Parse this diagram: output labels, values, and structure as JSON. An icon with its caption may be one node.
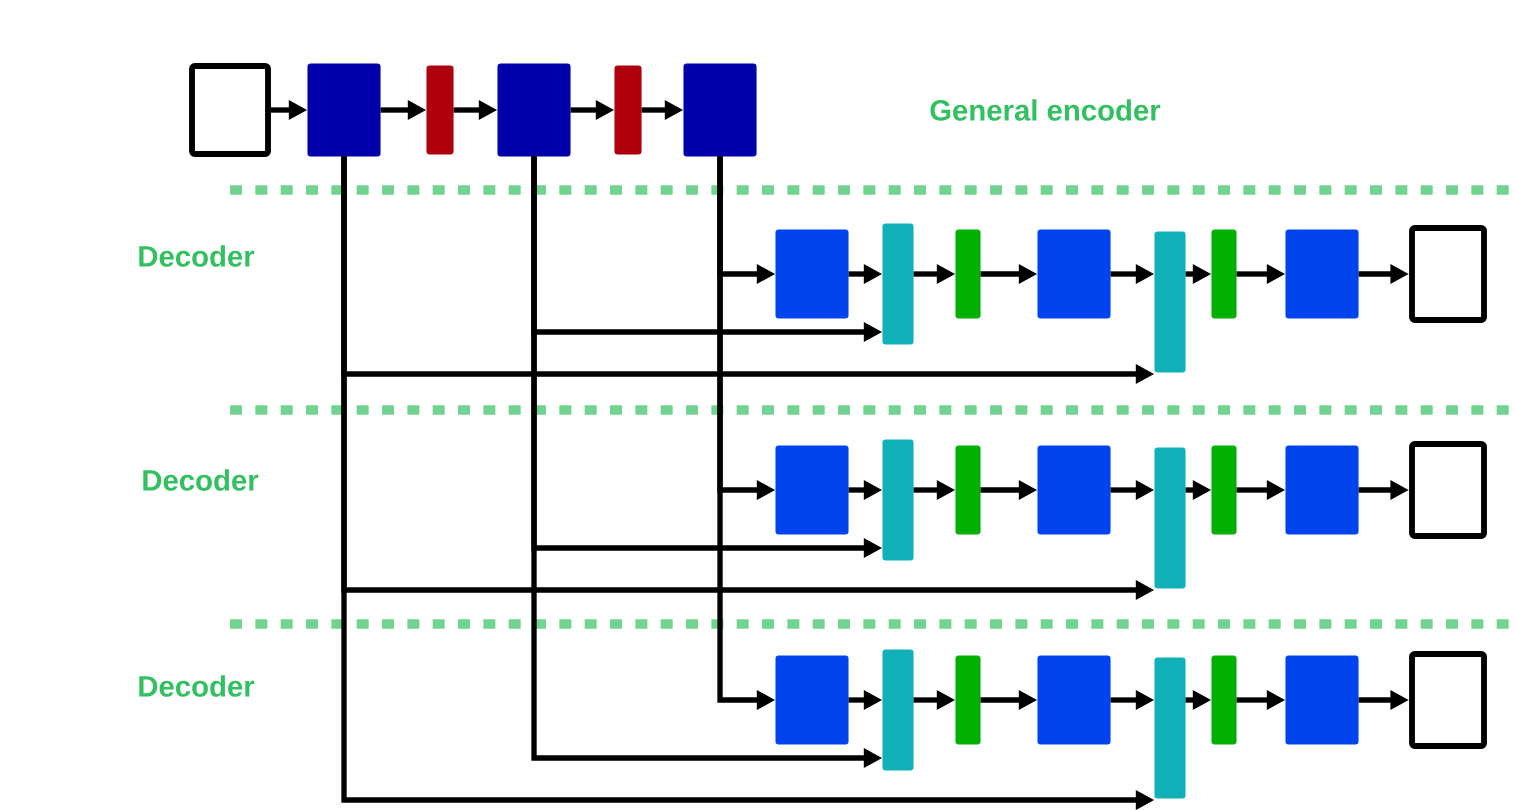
{
  "diagram": {
    "nodes": [
      {
        "text": [],
        "shape": "box"
      },
      {
        "text": [],
        "shape": "box"
      },
      {
        "text": [],
        "shape": "bar"
      },
      {
        "text": [],
        "shape": "box"
      },
      {
        "text": [],
        "shape": "bar"
      },
      {
        "text": [],
        "shape": "box"
      },
      {
        "text": [],
        "shape": "box"
      },
      {
        "text": [],
        "shape": "bar"
      },
      {
        "text": [],
        "shape": "bar"
      },
      {
        "text": [],
        "shape": "box"
      },
      {
        "text": [],
        "shape": "bar"
      },
      {
        "text": [],
        "shape": "bar"
      },
      {
        "text": [],
        "shape": "box"
      },
      {
        "text": [],
        "shape": "box"
      },
      {
        "text": [],
        "shape": "box"
      },
      {
        "text": [],
        "shape": "bar"
      },
      {
        "text": [],
        "shape": "bar"
      },
      {
        "text": [],
        "shape": "box"
      },
      {
        "text": [],
        "shape": "bar"
      },
      {
        "text": [],
        "shape": "bar"
      },
      {
        "text": [],
        "shape": "box"
      },
      {
        "text": [],
        "shape": "box"
      },
      {
        "text": [],
        "shape": "box"
      },
      {
        "text": [],
        "shape": "bar"
      },
      {
        "text": [],
        "shape": "bar"
      },
      {
        "text": [],
        "shape": "box"
      },
      {
        "text": [],
        "shape": "bar"
      },
      {
        "text": [],
        "shape": "bar"
      },
      {
        "text": [],
        "shape": "box"
      },
      {
        "text": [],
        "shape": "box"
      }
    ],
    "edges": [
      {
        "from": 0,
        "to": 1,
        "arrow": "to"
      },
      {
        "from": 1,
        "to": 2,
        "arrow": "to"
      },
      {
        "from": 2,
        "to": 3,
        "arrow": "to"
      },
      {
        "from": 3,
        "to": 4,
        "arrow": "to"
      },
      {
        "from": 4,
        "to": 5,
        "arrow": "to"
      },
      {
        "from": 6,
        "to": 7,
        "arrow": "to"
      },
      {
        "from": 7,
        "to": 8,
        "arrow": "to"
      },
      {
        "from": 8,
        "to": 9,
        "arrow": "to"
      },
      {
        "from": 9,
        "to": 10,
        "arrow": "to"
      },
      {
        "from": 10,
        "to": 11,
        "arrow": "to"
      },
      {
        "from": 11,
        "to": 12,
        "arrow": "to"
      },
      {
        "from": 12,
        "to": 13,
        "arrow": "to"
      },
      {
        "from": 14,
        "to": 15,
        "arrow": "to"
      },
      {
        "from": 15,
        "to": 16,
        "arrow": "to"
      },
      {
        "from": 16,
        "to": 17,
        "arrow": "to"
      },
      {
        "from": 17,
        "to": 18,
        "arrow": "to"
      },
      {
        "from": 18,
        "to": 19,
        "arrow": "to"
      },
      {
        "from": 19,
        "to": 20,
        "arrow": "to"
      },
      {
        "from": 20,
        "to": 21,
        "arrow": "to"
      },
      {
        "from": 22,
        "to": 23,
        "arrow": "to"
      },
      {
        "from": 23,
        "to": 24,
        "arrow": "to"
      },
      {
        "from": 24,
        "to": 25,
        "arrow": "to"
      },
      {
        "from": 25,
        "to": 26,
        "arrow": "to"
      },
      {
        "from": 26,
        "to": 27,
        "arrow": "to"
      },
      {
        "from": 27,
        "to": 28,
        "arrow": "to"
      },
      {
        "from": 28,
        "to": 29,
        "arrow": "to"
      },
      {
        "from": 5,
        "to": 6,
        "arrow": "to"
      },
      {
        "from": 5,
        "to": 14,
        "arrow": "to"
      },
      {
        "from": 5,
        "to": 22,
        "arrow": "to"
      },
      {
        "from": 3,
        "to": 7,
        "arrow": "to"
      },
      {
        "from": 3,
        "to": 15,
        "arrow": "to"
      },
      {
        "from": 3,
        "to": 23,
        "arrow": "to"
      },
      {
        "from": 1,
        "to": 10,
        "arrow": "to"
      },
      {
        "from": 1,
        "to": 18,
        "arrow": "to"
      },
      {
        "from": 1,
        "to": 26,
        "arrow": "to"
      }
    ],
    "labels": [
      "General encoder",
      "Decoder",
      "Decoder",
      "Decoder"
    ]
  }
}
